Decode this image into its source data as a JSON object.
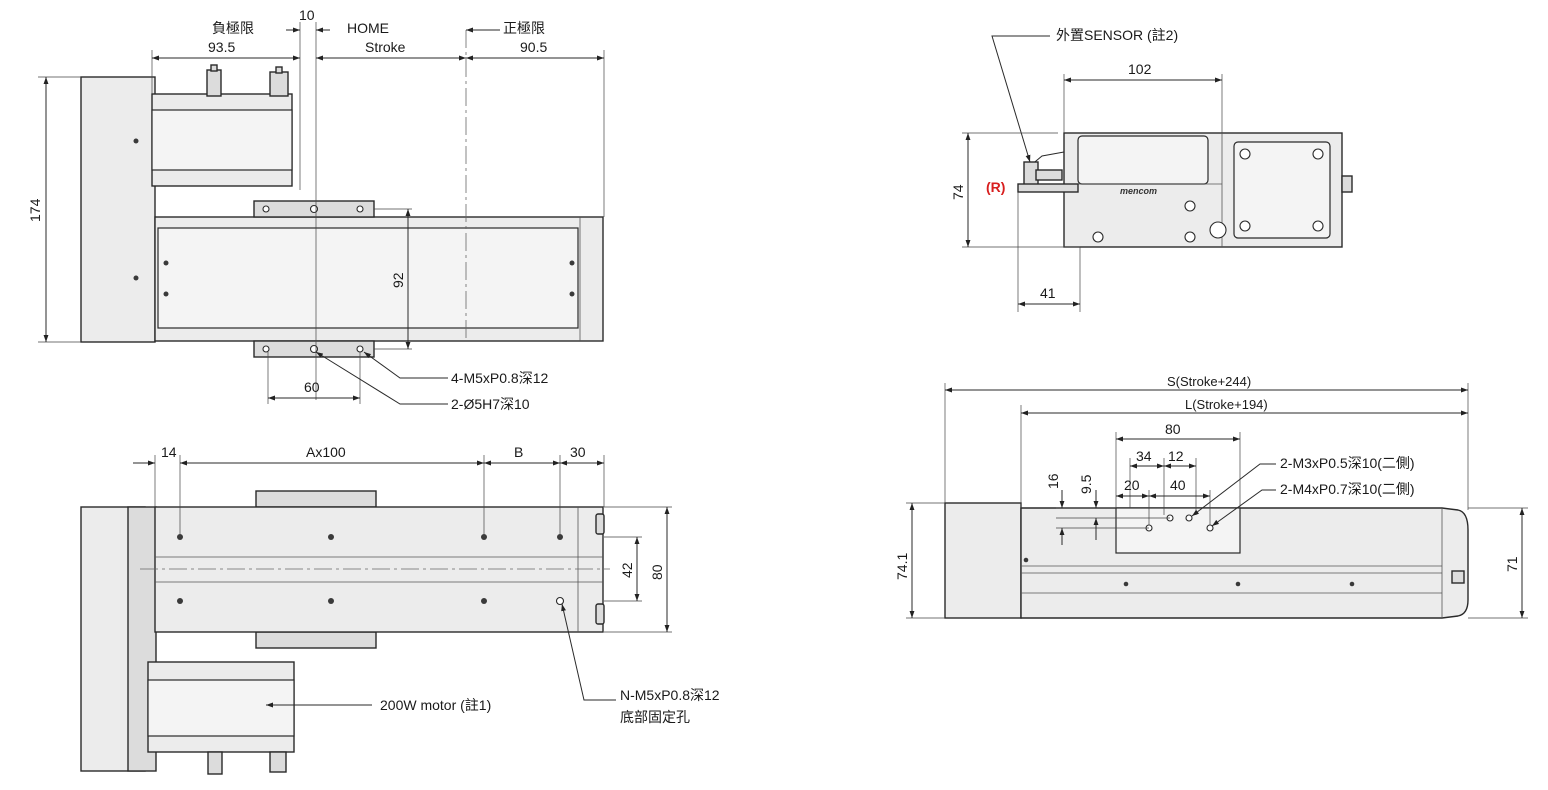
{
  "top_left_view": {
    "neg_limit_label": "負極限",
    "home_label": "HOME",
    "pos_limit_label": "正極限",
    "dim_10": "10",
    "dim_93_5": "93.5",
    "stroke_label": "Stroke",
    "dim_90_5": "90.5",
    "dim_174": "174",
    "dim_92": "92",
    "dim_60": "60",
    "callout_m5": "4-M5xP0.8深12",
    "callout_dowel": "2-Ø5H7深10"
  },
  "bottom_left_view": {
    "dim_14": "14",
    "dim_ax100": "Ax100",
    "dim_b": "B",
    "dim_30": "30",
    "dim_42": "42",
    "dim_80": "80",
    "motor_label": "200W motor (註1)",
    "mount_callout_line1": "N-M5xP0.8深12",
    "mount_callout_line2": "底部固定孔"
  },
  "end_view": {
    "sensor_label": "外置SENSOR (註2)",
    "dim_102": "102",
    "dim_74": "74",
    "r_label": "(R)",
    "dim_41": "41",
    "brand_mark": "mencom"
  },
  "side_view": {
    "dim_s": "S(Stroke+244)",
    "dim_l": "L(Stroke+194)",
    "dim_80": "80",
    "dim_34": "34",
    "dim_12": "12",
    "dim_20": "20",
    "dim_40": "40",
    "dim_16": "16",
    "dim_9_5": "9.5",
    "dim_74_1": "74.1",
    "dim_71": "71",
    "callout_m3": "2-M3xP0.5深10(二側)",
    "callout_m4": "2-M4xP0.7深10(二側)"
  },
  "colors": {
    "line": "#2a2a2a",
    "fill": "#ececec",
    "highlight": "#d81e1e"
  }
}
